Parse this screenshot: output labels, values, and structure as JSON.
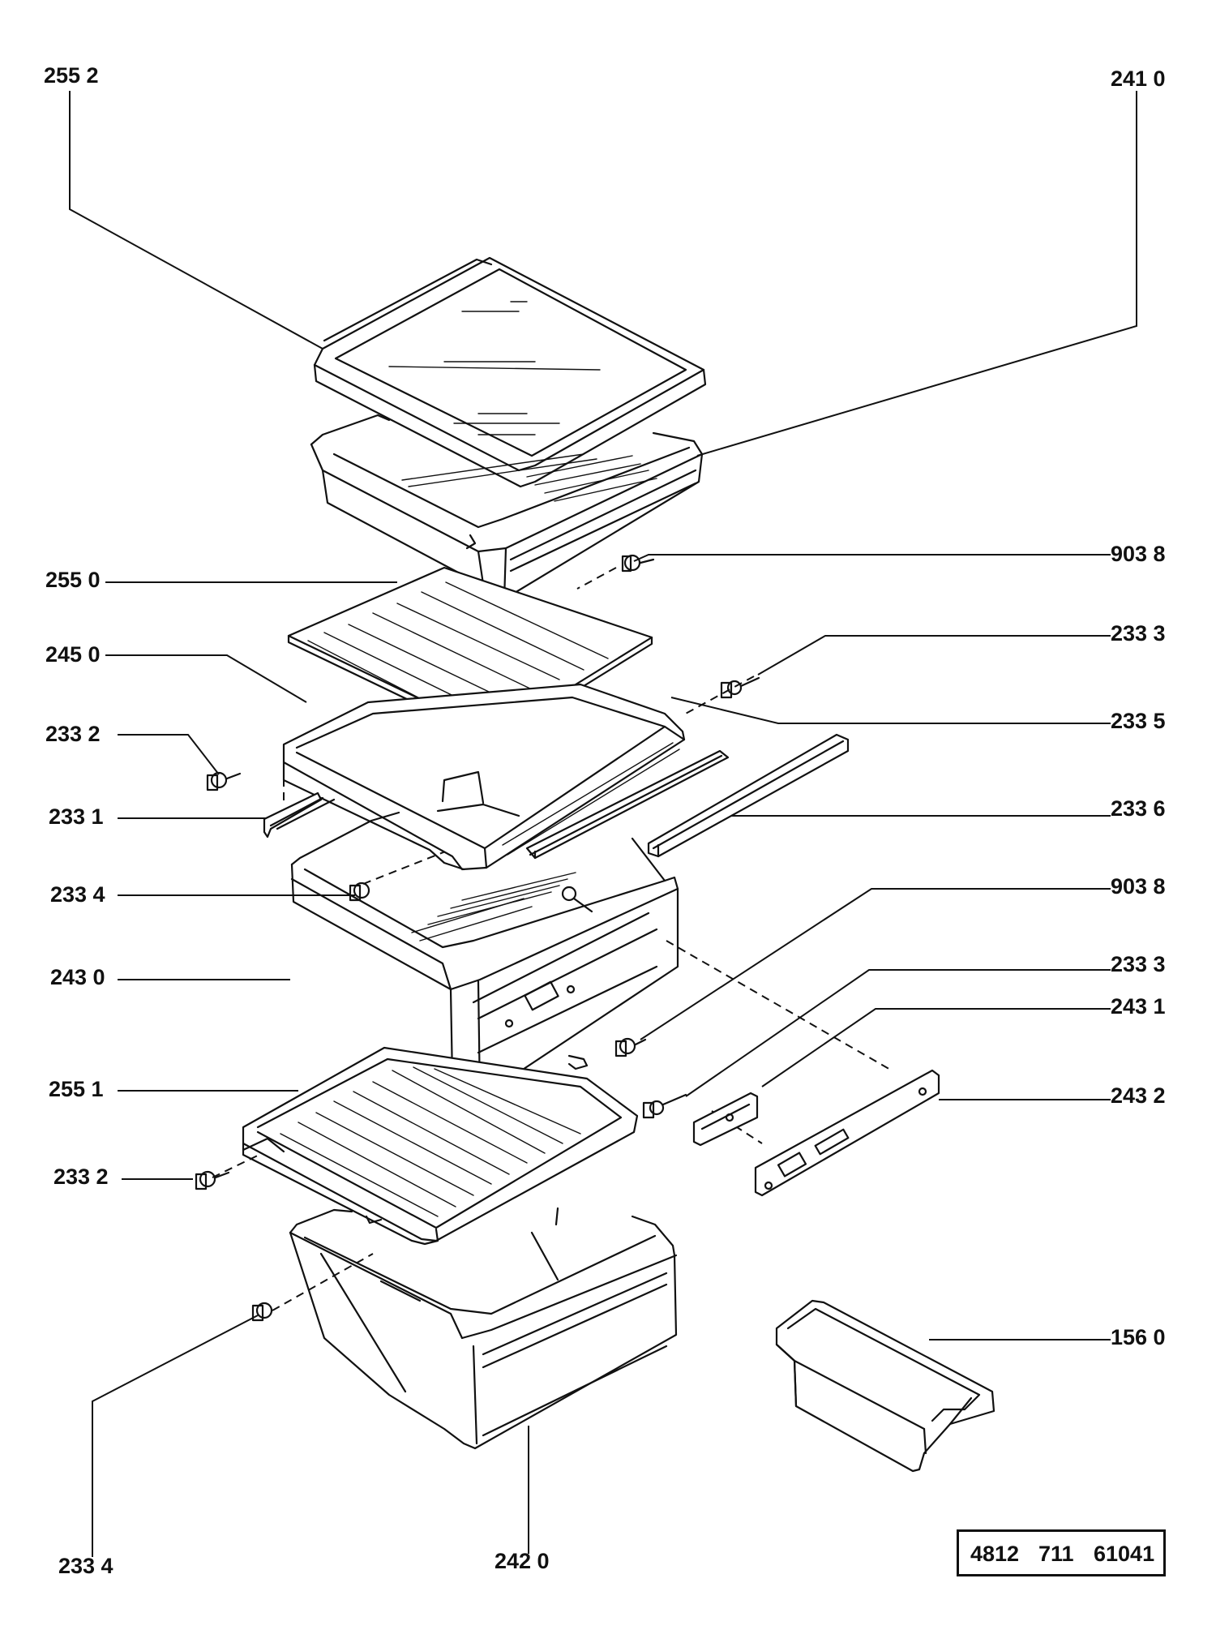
{
  "callouts": {
    "c2552": "255 2",
    "c2410": "241 0",
    "c9038a": "903 8",
    "c2550": "255 0",
    "c2333a": "233 3",
    "c2450": "245 0",
    "c2335": "233 5",
    "c2332a": "233 2",
    "c2331": "233 1",
    "c2336": "233 6",
    "c2334a": "233 4",
    "c9038b": "903 8",
    "c2430": "243 0",
    "c2333b": "233 3",
    "c2431": "243 1",
    "c2551": "255 1",
    "c2432": "243 2",
    "c2332b": "233 2",
    "c1560": "156 0",
    "c2334b": "233 4",
    "c2420": "242 0"
  },
  "part_number": [
    "4812",
    "711",
    "61041"
  ]
}
